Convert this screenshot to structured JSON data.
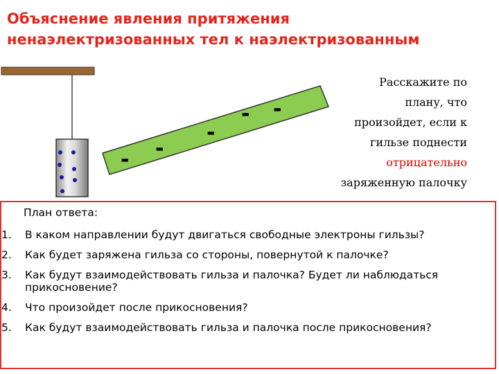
{
  "title": {
    "line1": "Объяснение явления притяжения",
    "line2": "ненаэлектризованных тел к наэлектризованным"
  },
  "question": {
    "line1": "Расскажите по",
    "line2": "плану, что",
    "line3": "произойдет, если к",
    "line4": "гильзе поднести",
    "line5": "отрицательно",
    "line6": "заряженную палочку"
  },
  "illustration": {
    "rod_charge_sign": "-",
    "colors": {
      "title": "#e3261d",
      "rod_fill": "#8ccc50",
      "holder": "#996633",
      "electrons": "#1a1a9a",
      "accent_text": "#e00000",
      "plan_border": "#e03030"
    }
  },
  "plan": {
    "heading": "План ответа:",
    "items": [
      {
        "num": "1.",
        "text": "В каком направлении будут двигаться свободные электроны гильзы?"
      },
      {
        "num": "2.",
        "text": "Как будет заряжена гильза со стороны, повернутой к палочке?"
      },
      {
        "num": "3.",
        "text": "Как будут взаимодействовать гильза и палочка? Будет ли наблюдаться прикосновение?"
      },
      {
        "num": "4.",
        "text": "Что произойдет после прикосновения?"
      },
      {
        "num": "5.",
        "text": "Как будут взаимодействовать гильза и палочка после прикосновения?"
      }
    ]
  }
}
